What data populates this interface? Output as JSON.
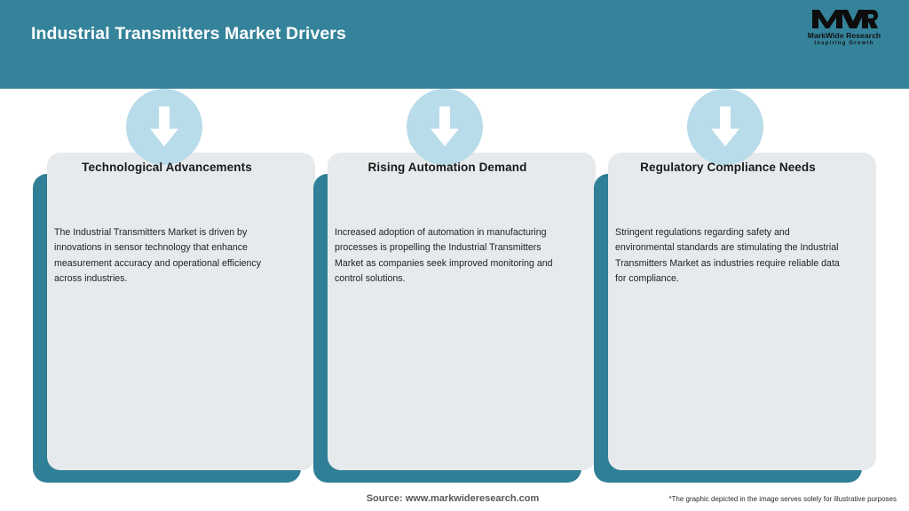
{
  "header": {
    "title": "Industrial Transmitters Market Drivers",
    "background_color": "#35839a",
    "title_color": "#ffffff"
  },
  "logo": {
    "mark": "MWR",
    "name": "MarkWide Research",
    "tagline": "Inspiring Growth"
  },
  "theme": {
    "teal": "#2f7f97",
    "card_gray": "#e7eaec",
    "icon_circle_blue": "#b8dce9",
    "icon_arrow_color": "#ffffff"
  },
  "cards": [
    {
      "icon": "arrow-down-icon",
      "title": "Technological Advancements",
      "text": "The Industrial Transmitters Market is driven by innovations in sensor technology that enhance measurement accuracy and operational efficiency across industries."
    },
    {
      "icon": "arrow-down-icon",
      "title": "Rising Automation Demand",
      "text": "Increased adoption of automation in manufacturing processes is propelling the Industrial Transmitters Market as companies seek improved monitoring and control solutions."
    },
    {
      "icon": "arrow-down-icon",
      "title": "Regulatory Compliance Needs",
      "text": "Stringent regulations regarding safety and environmental standards are stimulating the Industrial Transmitters Market as industries require reliable data for compliance."
    }
  ],
  "footer": {
    "source": "Source: www.markwideresearch.com",
    "disclaimer": "*The graphic depicted in the image serves solely for illustrative purposes"
  }
}
